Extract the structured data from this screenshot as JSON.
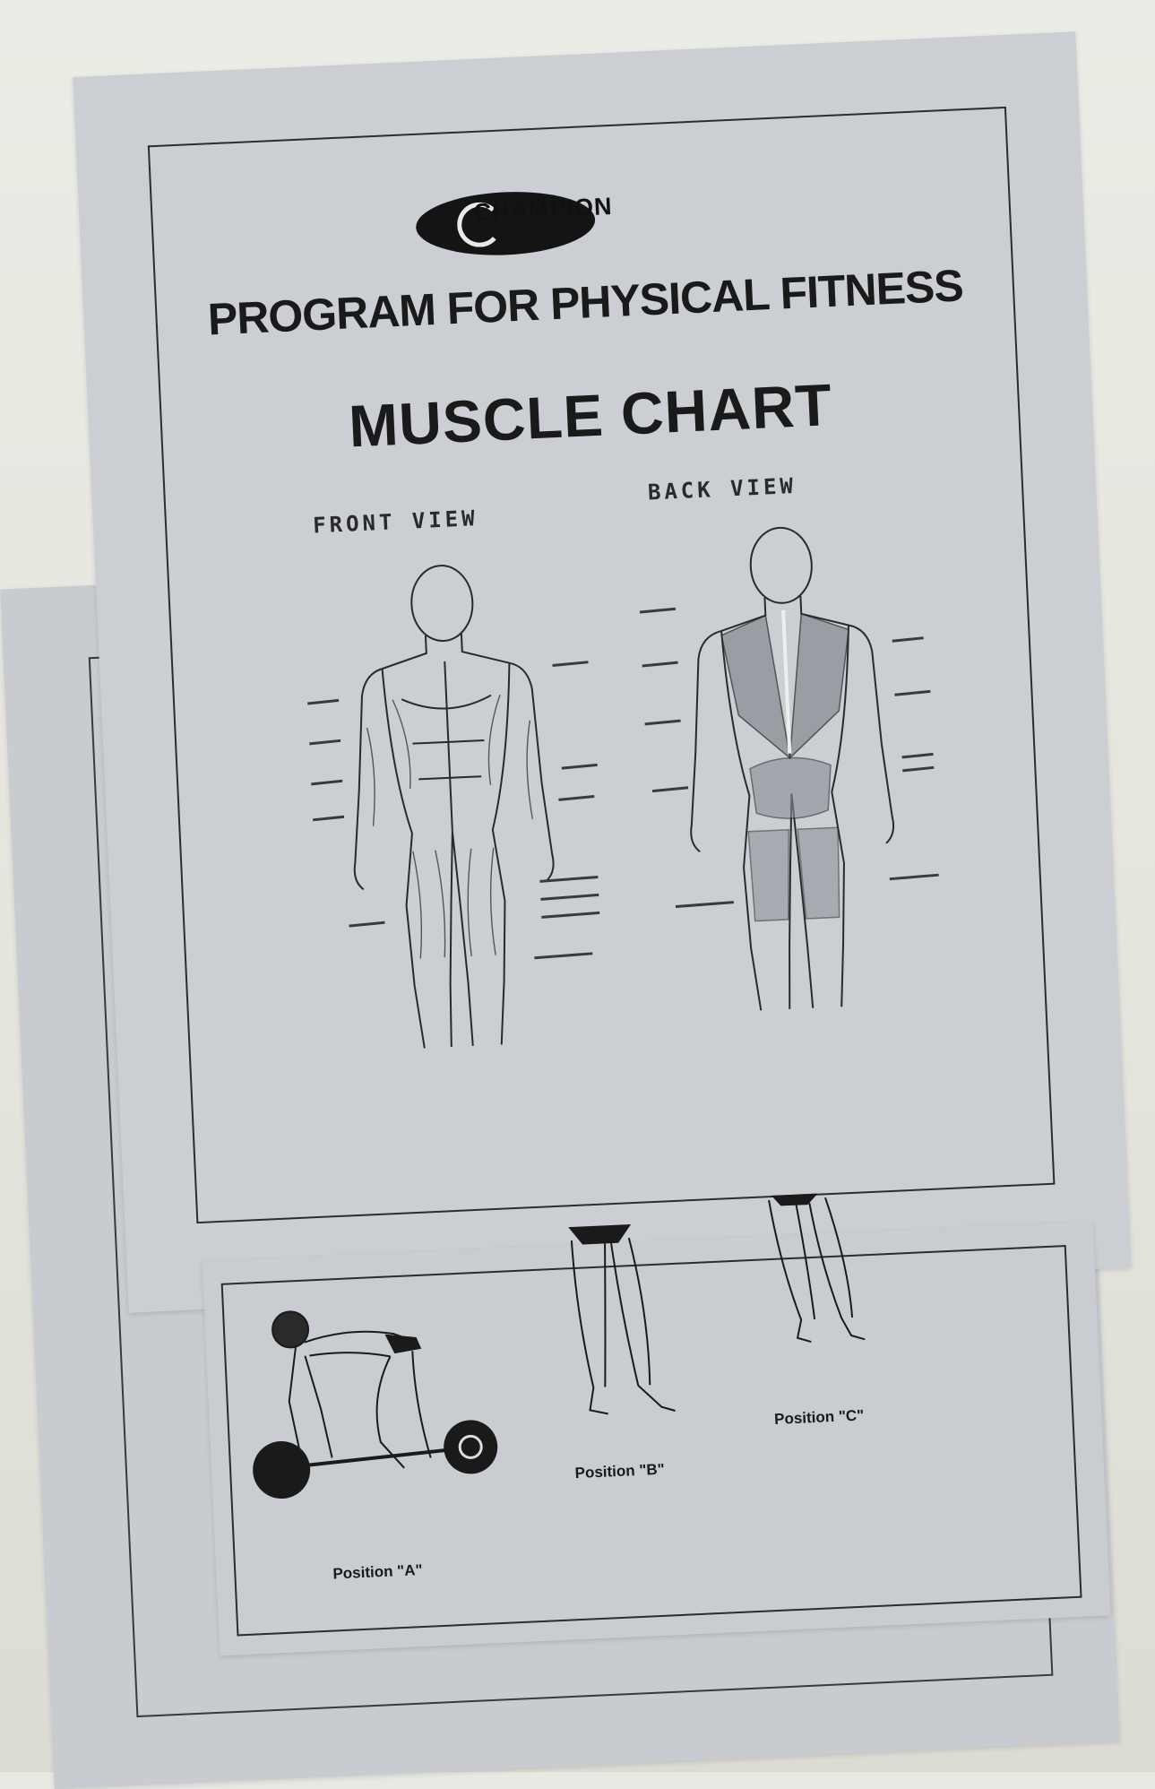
{
  "logo": {
    "text": "CHAMPION"
  },
  "title": "PROGRAM FOR PHYSICAL FITNESS",
  "subtitle": "MUSCLE CHART",
  "views": {
    "front": "FRONT VIEW",
    "back": "BACK VIEW"
  },
  "positions": [
    {
      "label": "Position \"A\""
    },
    {
      "label": "Position \"B\""
    },
    {
      "label": "Position \"C\""
    }
  ]
}
